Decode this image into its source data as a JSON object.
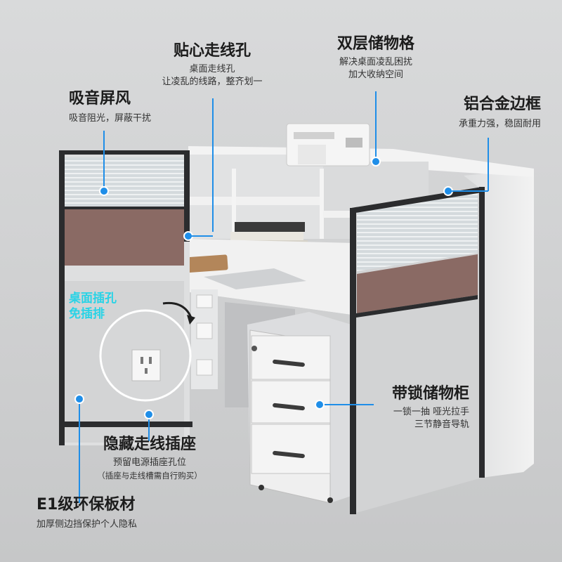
{
  "colors": {
    "accent": "#1f8ee8",
    "cyan_label": "#29d3e6",
    "desk_white": "#ecedee",
    "frame_black": "#2b2c2e",
    "panel_brown": "#8a6a64",
    "glass": "#cfd6da"
  },
  "callouts": {
    "acoustic": {
      "title": "吸音屏风",
      "desc1": "吸音阻光，屏蔽干扰"
    },
    "cable_hole": {
      "title": "贴心走线孔",
      "desc1": "桌面走线孔",
      "desc2": "让凌乱的线路，整齐划一"
    },
    "shelf": {
      "title": "双层储物格",
      "desc1": "解决桌面凌乱困扰",
      "desc2": "加大收纳空间"
    },
    "frame": {
      "title": "铝合金边框",
      "desc1": "承重力强，稳固耐用"
    },
    "socket_highlight": {
      "line1": "桌面插孔",
      "line2": "免插排"
    },
    "cabinet": {
      "title": "带锁储物柜",
      "desc1": "一锁一抽 哑光拉手",
      "desc2": "三节静音导轨"
    },
    "hidden_socket": {
      "title": "隐藏走线插座",
      "desc1": "预留电源插座孔位",
      "desc2": "（插座与走线槽需自行购买）"
    },
    "board": {
      "title": "E1级环保板材",
      "desc1": "加厚侧边挡保护个人隐私"
    }
  },
  "icons": [
    "callout-dot-icon",
    "arrow-curve-icon",
    "power-socket-icon",
    "drawer-lock-icon"
  ]
}
